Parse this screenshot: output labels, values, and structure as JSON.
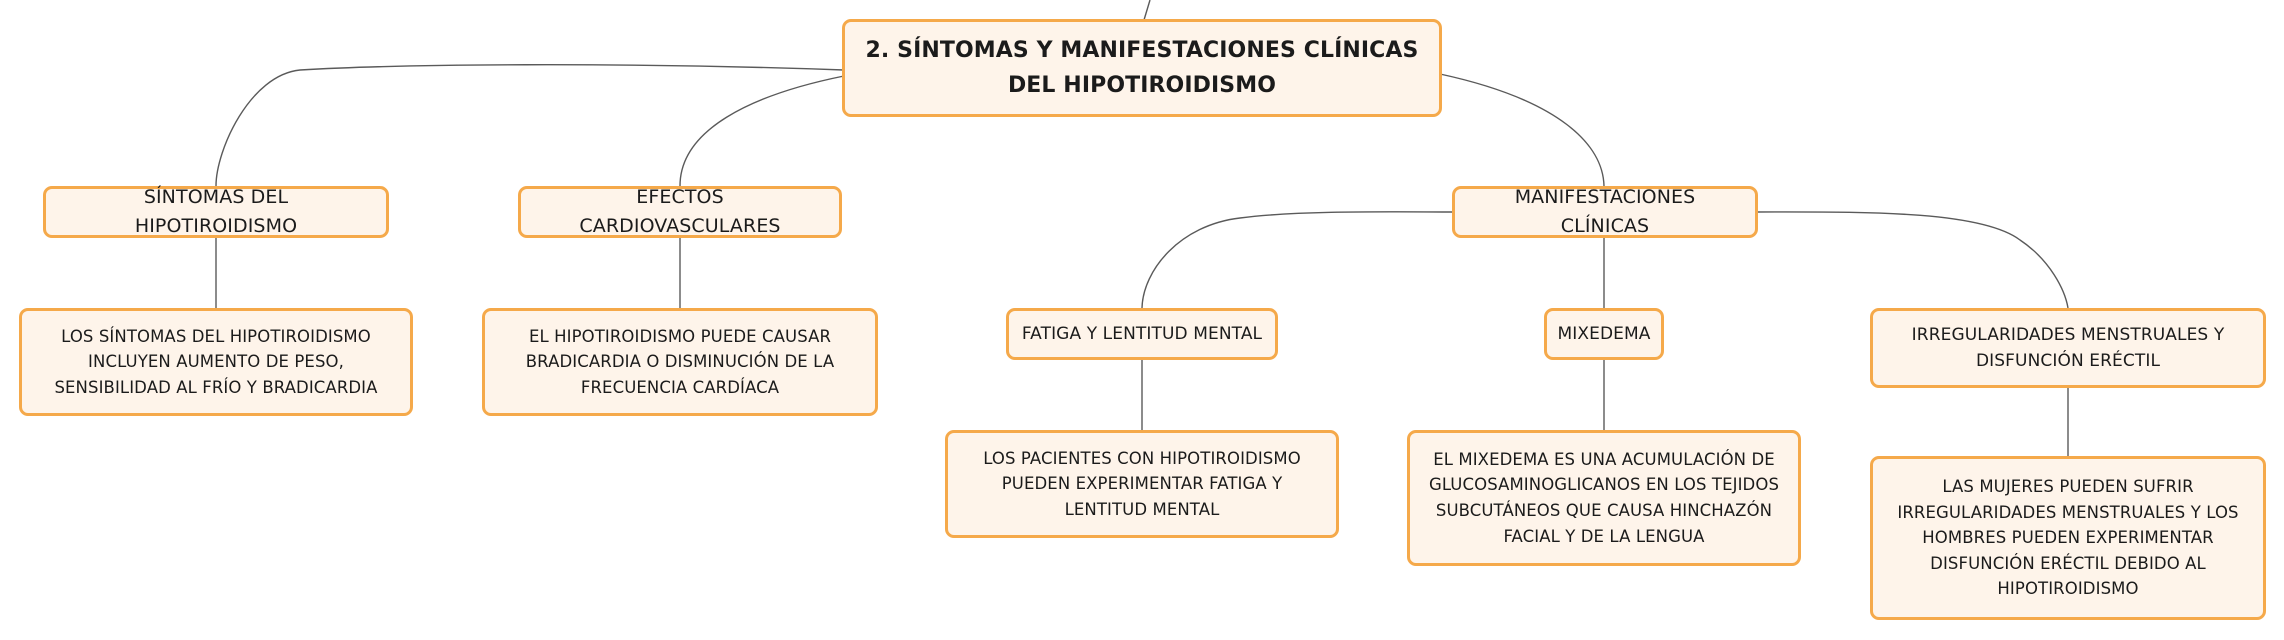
{
  "root": {
    "title": "2. SÍNTOMAS Y MANIFESTACIONES CLÍNICAS DEL HIPOTIROIDISMO"
  },
  "categories": [
    {
      "title": "SÍNTOMAS DEL HIPOTIROIDISMO",
      "detail": "LOS SÍNTOMAS DEL HIPOTIROIDISMO INCLUYEN AUMENTO DE PESO, SENSIBILIDAD AL FRÍO Y BRADICARDIA"
    },
    {
      "title": "EFECTOS CARDIOVASCULARES",
      "detail": "EL HIPOTIROIDISMO PUEDE CAUSAR BRADICARDIA O DISMINUCIÓN DE LA FRECUENCIA CARDÍACA"
    },
    {
      "title": "MANIFESTACIONES CLÍNICAS",
      "children": [
        {
          "title": "FATIGA Y LENTITUD MENTAL",
          "detail": "LOS PACIENTES CON HIPOTIROIDISMO PUEDEN EXPERIMENTAR FATIGA Y LENTITUD MENTAL"
        },
        {
          "title": "MIXEDEMA",
          "detail": "EL MIXEDEMA ES UNA ACUMULACIÓN DE GLUCOSAMINOGLICANOS EN LOS TEJIDOS SUBCUTÁNEOS QUE CAUSA HINCHAZÓN FACIAL Y DE LA LENGUA"
        },
        {
          "title": "IRREGULARIDADES MENSTRUALES Y DISFUNCIÓN ERÉCTIL",
          "detail": "LAS MUJERES PUEDEN SUFRIR IRREGULARIDADES MENSTRUALES Y LOS HOMBRES PUEDEN EXPERIMENTAR DISFUNCIÓN ERÉCTIL DEBIDO AL HIPOTIROIDISMO"
        }
      ]
    }
  ],
  "colors": {
    "node_border": "#f5a94a",
    "node_fill": "#fef4ea",
    "connector": "#5a5a5a",
    "text": "#1b1b1b"
  }
}
